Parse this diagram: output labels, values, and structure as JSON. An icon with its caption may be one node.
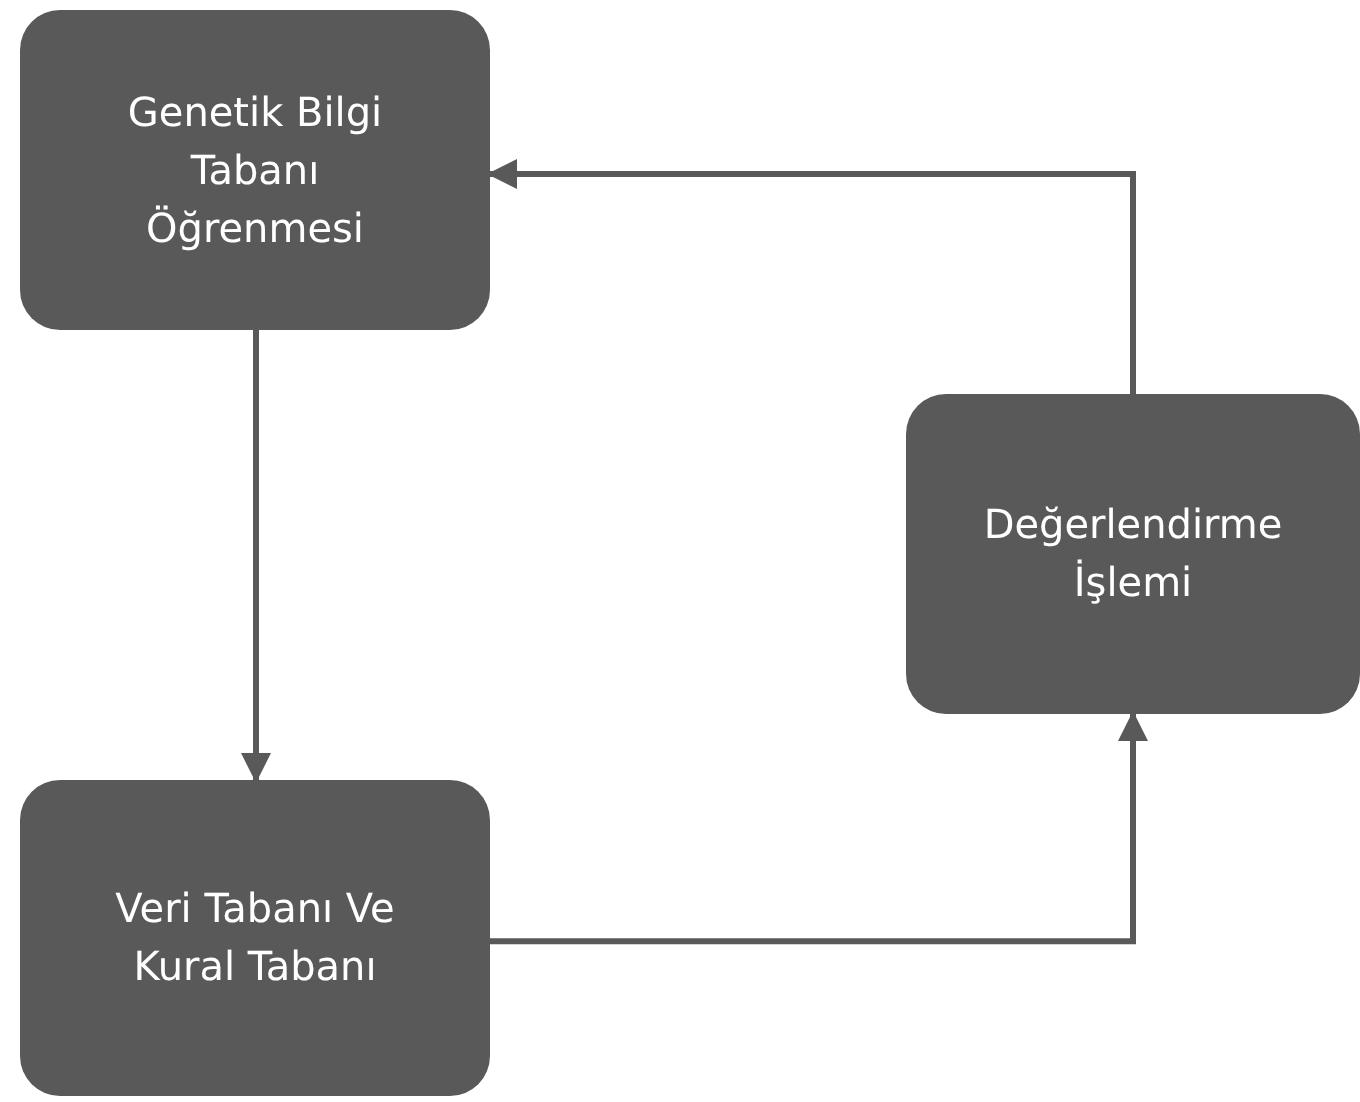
{
  "diagram": {
    "nodes": [
      {
        "text": [
          "Genetik Bilgi Tabanı Öğrenmesi"
        ]
      },
      {
        "text": [
          "Veri Tabanı Ve Kural Tabanı"
        ]
      },
      {
        "text": [
          "Değerlendirme İşlemi"
        ]
      }
    ],
    "edges": [
      {
        "from": 0,
        "to": 1,
        "arrow": "to"
      },
      {
        "from": 1,
        "to": 2,
        "arrow": "to"
      },
      {
        "from": 2,
        "to": 0,
        "arrow": "to"
      }
    ]
  }
}
